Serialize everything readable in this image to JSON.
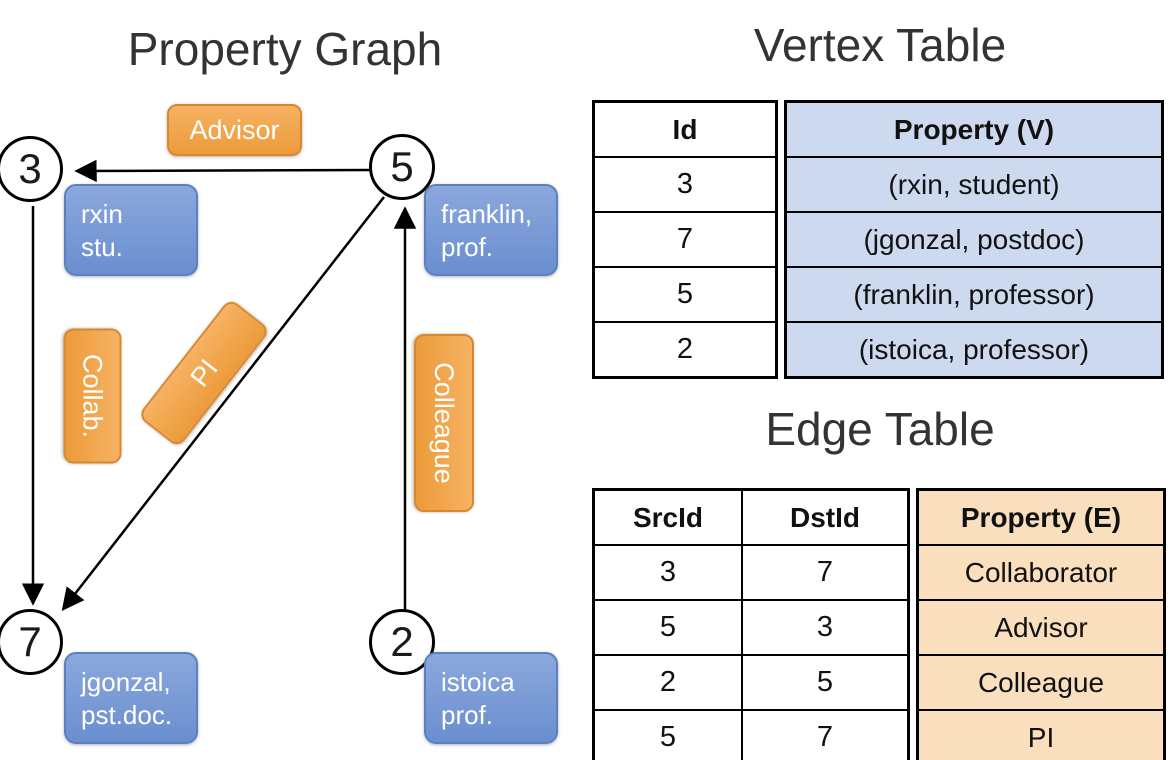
{
  "graph": {
    "title": "Property Graph",
    "nodes": [
      {
        "id": "3"
      },
      {
        "id": "5"
      },
      {
        "id": "7"
      },
      {
        "id": "2"
      }
    ],
    "vertex_labels": [
      {
        "lines": [
          "rxin",
          "stu."
        ]
      },
      {
        "lines": [
          "franklin,",
          "prof."
        ]
      },
      {
        "lines": [
          "jgonzal,",
          "pst.doc."
        ]
      },
      {
        "lines": [
          "istoica",
          "prof."
        ]
      }
    ],
    "edge_labels": [
      "Advisor",
      "Collab.",
      "PI",
      "Colleague"
    ],
    "colors": {
      "edge_label_accent": "#F0A44D",
      "vertex_label_accent": "#7394D1"
    }
  },
  "vertex_table": {
    "title": "Vertex Table",
    "headers": [
      "Id",
      "Property (V)"
    ],
    "fill_color": "#CDD9EF",
    "rows": [
      {
        "id": "3",
        "property": "(rxin, student)"
      },
      {
        "id": "7",
        "property": "(jgonzal, postdoc)"
      },
      {
        "id": "5",
        "property": "(franklin, professor)"
      },
      {
        "id": "2",
        "property": "(istoica, professor)"
      }
    ]
  },
  "edge_table": {
    "title": "Edge Table",
    "headers": [
      "SrcId",
      "DstId",
      "Property (E)"
    ],
    "fill_color": "#FADFBE",
    "rows": [
      {
        "src": "3",
        "dst": "7",
        "property": "Collaborator"
      },
      {
        "src": "5",
        "dst": "3",
        "property": "Advisor"
      },
      {
        "src": "2",
        "dst": "5",
        "property": "Colleague"
      },
      {
        "src": "5",
        "dst": "7",
        "property": "PI"
      }
    ]
  }
}
